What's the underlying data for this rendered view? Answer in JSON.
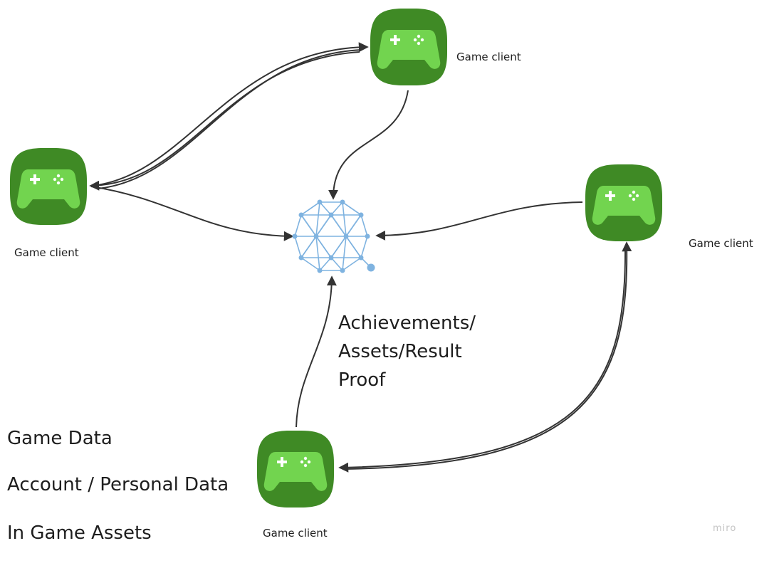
{
  "clients": {
    "top": {
      "label": "Game client"
    },
    "left": {
      "label": "Game client"
    },
    "right": {
      "label": "Game client"
    },
    "bottom": {
      "label": "Game client"
    }
  },
  "annotation": {
    "lines": [
      "Achievements/",
      "Assets/Result",
      "Proof"
    ]
  },
  "data_types": [
    "Game Data",
    "Account / Personal Data",
    "In Game Assets"
  ],
  "watermark": "miro",
  "colors": {
    "icon_bg": "#3f8a25",
    "icon_fg": "#72d44f",
    "network": "#7fb3e0",
    "arrow": "#333333"
  }
}
